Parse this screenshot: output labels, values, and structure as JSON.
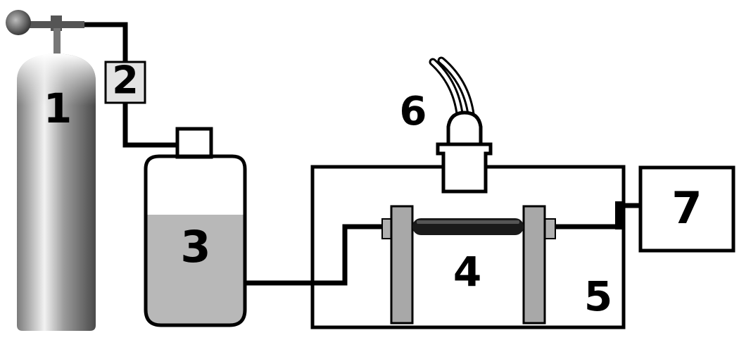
{
  "labels": {
    "cylinder": "1",
    "regulator": "2",
    "liquid_tank": "3",
    "sample": "4",
    "chamber": "5",
    "probe": "6",
    "monitor": "7"
  },
  "colors": {
    "outline": "#000000",
    "liquid_fill": "#b8b8b8",
    "clamp_fill": "#a8a8a8",
    "tube_fill": "#1a1a1a"
  }
}
